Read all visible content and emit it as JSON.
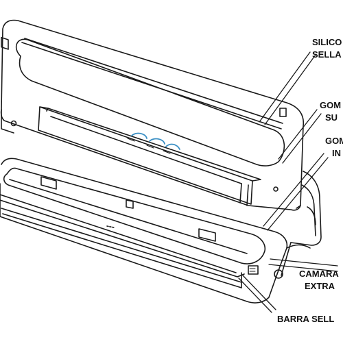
{
  "colors": {
    "line": "#1a1a1a",
    "accent": "#3a8fc4",
    "background": "#ffffff"
  },
  "labels": {
    "silicone_top": "SILICO",
    "silicone_bottom": "SELLA",
    "gasket_upper_top": "GOM",
    "gasket_upper_bottom": "SU",
    "gasket_lower_top": "GOM",
    "gasket_lower_bottom": "IN",
    "chamber_top": "CAMARA",
    "chamber_bottom": "EXTRA",
    "seal_bar": "BARRA SELL"
  }
}
